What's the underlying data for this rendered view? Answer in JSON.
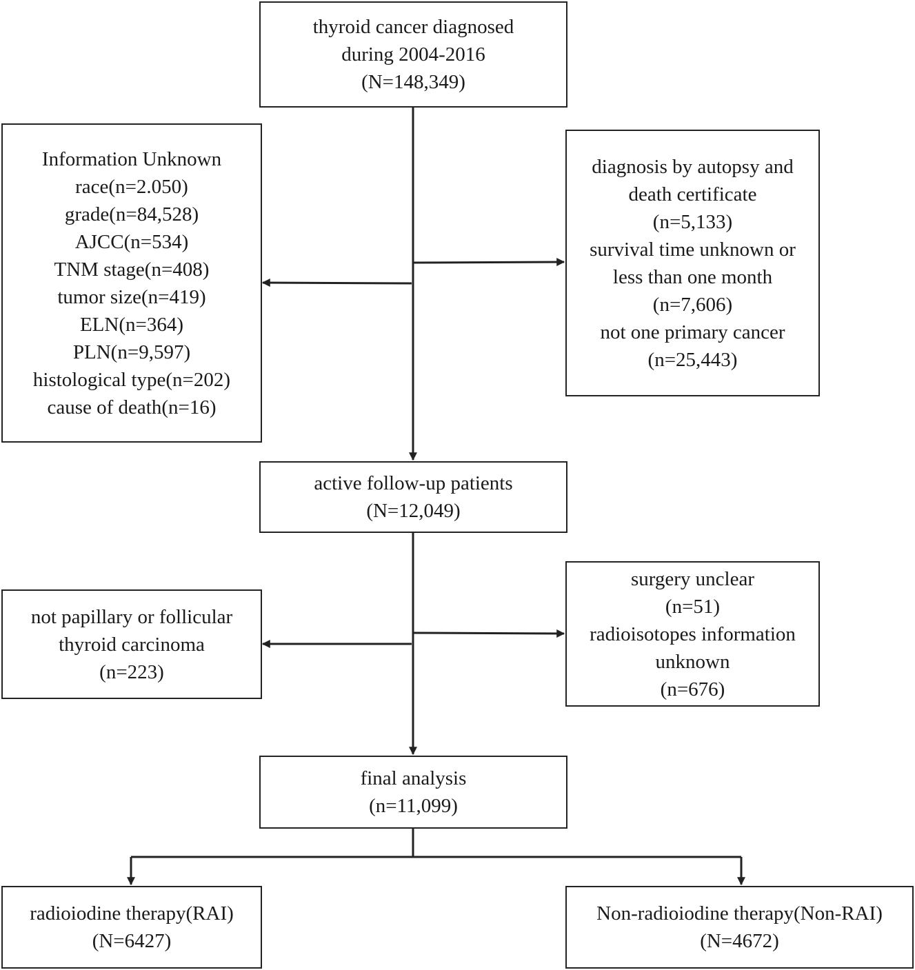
{
  "boxes": {
    "start": {
      "lines": [
        "thyroid cancer diagnosed",
        "during 2004-2016",
        "(N=148,349)"
      ]
    },
    "excl_left_1": {
      "lines": [
        "Information Unknown",
        "race(n=2.050)",
        "grade(n=84,528)",
        "AJCC(n=534)",
        "TNM stage(n=408)",
        "tumor size(n=419)",
        "ELN(n=364)",
        "PLN(n=9,597)",
        "histological type(n=202)",
        "cause of death(n=16)"
      ]
    },
    "excl_right_1": {
      "lines": [
        "diagnosis by autopsy and",
        "death certificate",
        "(n=5,133)",
        "survival time unknown or",
        "less than one month",
        "(n=7,606)",
        "not one primary cancer",
        "(n=25,443)"
      ]
    },
    "active": {
      "lines": [
        "active follow-up patients",
        "(N=12,049)"
      ]
    },
    "excl_left_2": {
      "lines": [
        "not papillary or follicular",
        "thyroid carcinoma",
        "(n=223)"
      ]
    },
    "excl_right_2": {
      "lines": [
        "surgery unclear",
        "(n=51)",
        "radioisotopes information",
        "unknown",
        "(n=676)"
      ]
    },
    "final": {
      "lines": [
        "final analysis",
        "(n=11,099)"
      ]
    },
    "rai": {
      "lines": [
        "radioiodine therapy(RAI)",
        "(N=6427)"
      ]
    },
    "nonrai": {
      "lines": [
        "Non-radioiodine therapy(Non-RAI)",
        "(N=4672)"
      ]
    }
  }
}
